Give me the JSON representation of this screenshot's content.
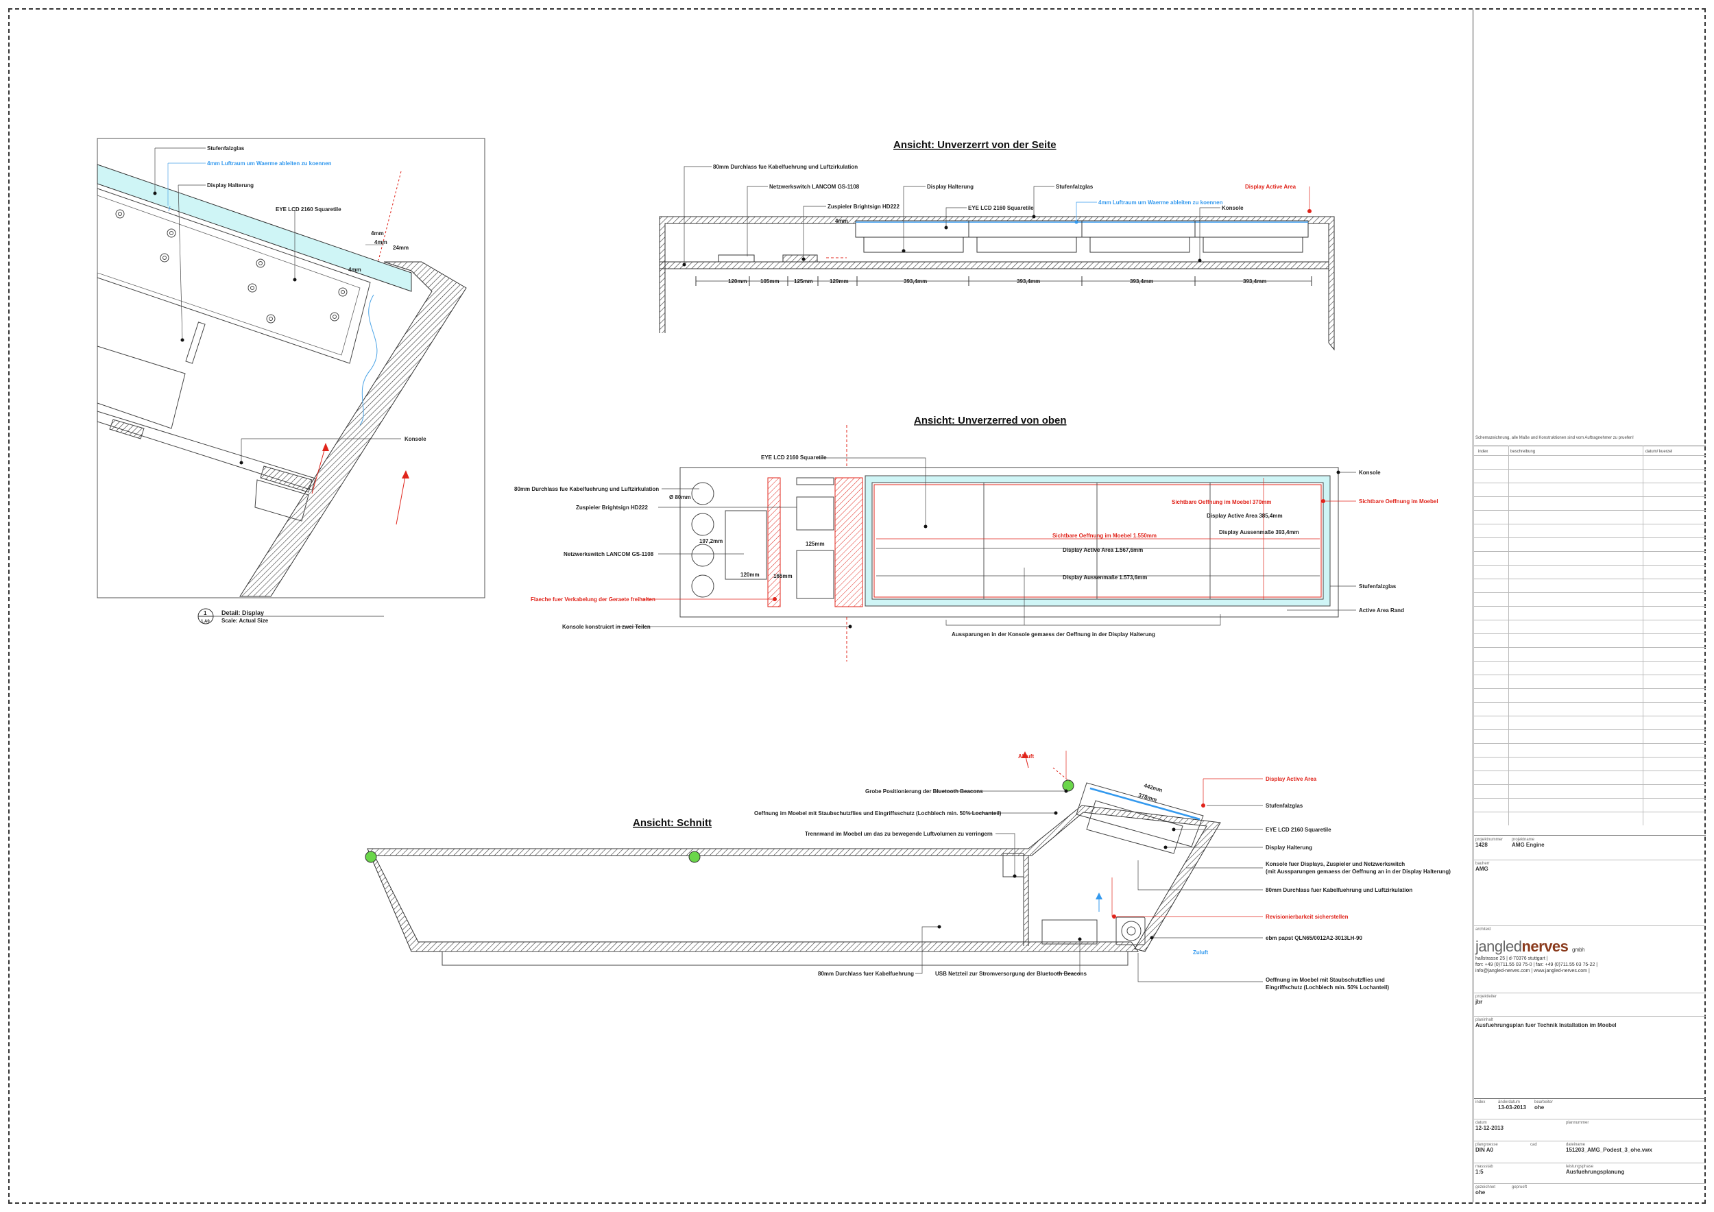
{
  "titles": {
    "side": "Ansicht:  Unverzerrt von der Seite",
    "top": "Ansicht: Unverzerred von oben",
    "section": "Ansicht: Schnitt",
    "detail": "Detail: Display",
    "detail_scale": "Scale: Actual Size",
    "detail_num": "1",
    "detail_sheet": "1.A0"
  },
  "detail_labels": {
    "stufenfalzglas": "Stufenfalzglas",
    "luftraum": "4mm Luftraum um Waerme ableiten zu koennen",
    "display_halterung": "Display Halterung",
    "eye_lcd": "EYE LCD 2160 Squaretile",
    "konsole": "Konsole",
    "dim_4mm_a": "4mm",
    "dim_4mm_b": "4mm",
    "dim_24mm": "24mm",
    "dim_4mm_c": "4mm"
  },
  "side_labels": {
    "durchlass": "80mm Durchlass fue Kabelfuehrung und Luftzirkulation",
    "netzwerk": "Netzwerkswitch LANCOM GS-1108",
    "zuspieler": "Zuspieler Brightsign HD222",
    "display_halterung": "Display Halterung",
    "eye_lcd": "EYE LCD 2160 Squaretile",
    "stufenfalzglas": "Stufenfalzglas",
    "luftraum": "4mm Luftraum um Waerme ableiten zu koennen",
    "konsole": "Konsole",
    "active_area": "Display Active Area",
    "dim_4mm": "4mm",
    "dims": [
      "120mm",
      "105mm",
      "125mm",
      "129mm",
      "393,4mm",
      "393,4mm",
      "393,4mm",
      "393,4mm"
    ]
  },
  "top_labels": {
    "eye_lcd": "EYE LCD 2160 Squaretile",
    "durchlass": "80mm Durchlass fue Kabelfuehrung und Luftzirkulation",
    "zuspieler": "Zuspieler Brightsign HD222",
    "netzwerk": "Netzwerkswitch LANCOM GS-1108",
    "flaeche": "Flaeche fuer Verkabelung der Geraete freihalten",
    "konsole_zwei": "Konsole konstruiert in zwei Teilen",
    "aussparungen": "Aussparungen in der Konsole gemaess der Oeffnung in der Display Halterung",
    "konsole": "Konsole",
    "sichtbare": "Sichtbare Oeffnung im Moebel",
    "stufenfalzglas": "Stufenfalzglas",
    "active_rand": "Active Area Rand",
    "sicht_370": "Sichtbare Oeffnung im Moebel 370mm",
    "aa_385": "Display Active Area 385,4mm",
    "aussen_393": "Display Aussenmaße 393,4mm",
    "sicht_1550": "Sichtbare Oeffnung im Moebel 1.550mm",
    "aa_1567": "Display Active Area 1.567,6mm",
    "aussen_1573": "Display Aussenmaße 1.573,6mm",
    "d80": "Ø 80mm",
    "d197": "197,2mm",
    "d120": "120mm",
    "d125": "125mm",
    "d165": "165mm"
  },
  "section_labels": {
    "abluft": "Abluft",
    "zuluft": "Zuluft",
    "beacons": "Grobe Positionierung der Bluetooth Beacons",
    "oeffnung_top": "Oeffnung im Moebel mit Staubschutzflies und Eingriffsschutz (Lochblech min. 50% Lochanteil)",
    "trennwand": "Trennwand im Moebel um das zu bewegende Luftvolumen zu verringern",
    "active_area": "Display Active Area",
    "stufenfalzglas": "Stufenfalzglas",
    "eye_lcd": "EYE LCD 2160 Squaretile",
    "display_halterung": "Display Halterung",
    "konsole_1": "Konsole fuer Displays, Zuspieler und Netzwerkswitch",
    "konsole_2": "(mit Aussparungen gemaess der Oeffnung an in der Display Halterung)",
    "durchlass": "80mm Durchlass fuer Kabelfuehrung und Luftzirkulation",
    "revision": "Revisionierbarkeit sicherstellen",
    "ebm": "ebm papst QLN65/0012A2-3013LH-90",
    "oeffnung_bot_1": "Oeffnung im Moebel mit Staubschutzflies und",
    "oeffnung_bot_2": "Eingriffschutz (Lochblech min. 50% Lochanteil)",
    "kabel": "80mm Durchlass fuer Kabelfuehrung",
    "usb": "USB Netzteil zur Stromversorgung der Bluetooth Beacons",
    "d442": "442mm",
    "d378": "378mm"
  },
  "titleblock": {
    "note": "Schemazeichnung, alle Maße und Konstruktionen sind vom Auftragnehmer zu pruefen!",
    "rev_cols": [
      "index",
      "beschreibung",
      "datum/ kuerzel"
    ],
    "projektnummer_label": "projektnummer",
    "projektnummer": "1428",
    "projektname_label": "projektname",
    "projektname": "AMG Engine",
    "bauherr_label": "bauherr",
    "bauherr": "AMG",
    "architekt_label": "architekt",
    "logo_a": "jangled",
    "logo_b": "nerves",
    "logo_c": "gmbh",
    "addr1": "hallstrasse 25  |  d-70376 stuttgart  |",
    "addr2": "fon: +49 (0)711.55 03 75-0  |  fax: +49 (0)711.55 03 75-22  |",
    "addr3": "info@jangled-nerves.com | www.jangled-nerves.com |",
    "projektleiter_label": "projektleiter",
    "projektleiter": "jbr",
    "planinhalt_label": "planinhalt",
    "planinhalt": "Ausfuehrungsplan fuer Technik Installation im Moebel",
    "index_label": "index",
    "aenderung_label": "änderdatum",
    "aenderung": "13-03-2013",
    "bearbeiter_label": "bearbeiter",
    "bearbeiter": "ohe",
    "datum_label": "datum",
    "datum": "12-12-2013",
    "plannummer_label": "plannummer",
    "plangroesse_label": "plangroesse",
    "plangroesse": "DIN A0",
    "cad_label": "cad",
    "dateiname_label": "dateiname",
    "dateiname": "151203_AMG_Podest_3_ohe.vwx",
    "massstab_label": "massstab",
    "massstab": "1:5",
    "leistung_label": "leistungsphase",
    "leistung": "Ausfuehrungsplanung",
    "gezeichnet_label": "gezeichnet",
    "gezeichnet": "ohe",
    "geprueft_label": "geprueft"
  }
}
